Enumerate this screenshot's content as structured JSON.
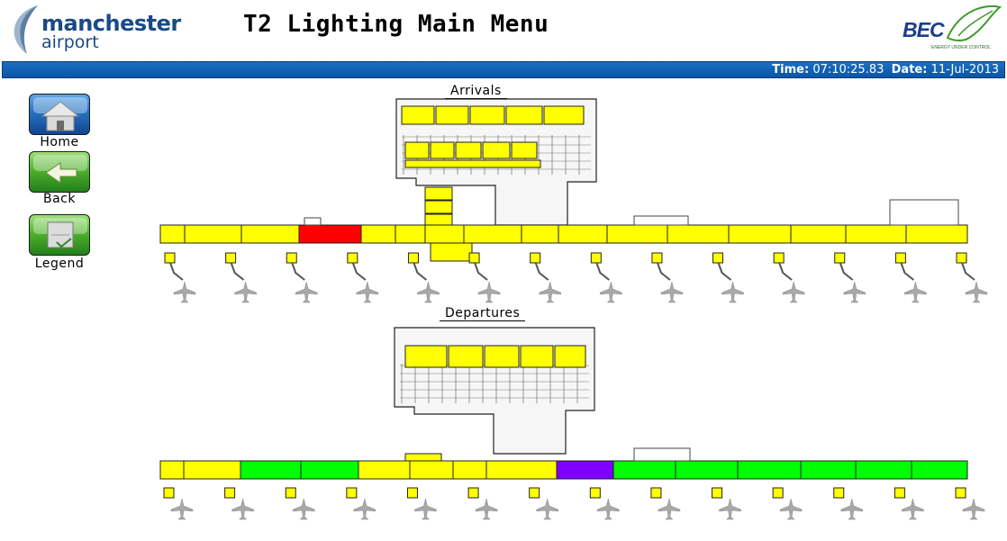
{
  "header": {
    "logo_line1": "manchester",
    "logo_line2": "airport",
    "title": "T2 Lighting Main Menu",
    "bec_logo_text": "BEC",
    "bec_tagline": "ENERGY UNDER CONTROL"
  },
  "status_bar": {
    "time_label": "Time:",
    "time_value": "07:10:25.83",
    "date_label": "Date:",
    "date_value": "11-Jul-2013"
  },
  "nav": {
    "home": {
      "label": "Home",
      "icon": "house-icon"
    },
    "back": {
      "label": "Back",
      "icon": "left-arrow-icon"
    },
    "legend": {
      "label": "Legend",
      "icon": "legend-panel-icon"
    }
  },
  "colors": {
    "lit": "#ffff00",
    "fault": "#ff0000",
    "green": "#00ff00",
    "purple": "#7f00ff",
    "status_bar": "#0b55a6"
  },
  "arrivals": {
    "label": "Arrivals",
    "pier_zones": [
      "lit",
      "lit",
      "lit",
      "fault",
      "lit",
      "lit",
      "lit",
      "lit",
      "lit",
      "lit",
      "lit",
      "lit",
      "lit",
      "lit",
      "lit",
      "lit"
    ],
    "terminal_zones": [
      "lit",
      "lit",
      "lit",
      "lit",
      "lit",
      "lit",
      "lit",
      "lit",
      "lit",
      "lit",
      "lit",
      "lit",
      "lit",
      "lit",
      "lit",
      "lit"
    ]
  },
  "departures": {
    "label": "Departures",
    "pier_zones": [
      "lit",
      "lit",
      "green",
      "green",
      "lit",
      "lit",
      "lit",
      "lit",
      "purple",
      "green",
      "green",
      "green",
      "green",
      "green",
      "green"
    ],
    "terminal_zones": [
      "lit",
      "lit",
      "lit",
      "lit",
      "lit",
      "lit",
      "lit",
      "lit",
      "lit",
      "lit"
    ]
  }
}
